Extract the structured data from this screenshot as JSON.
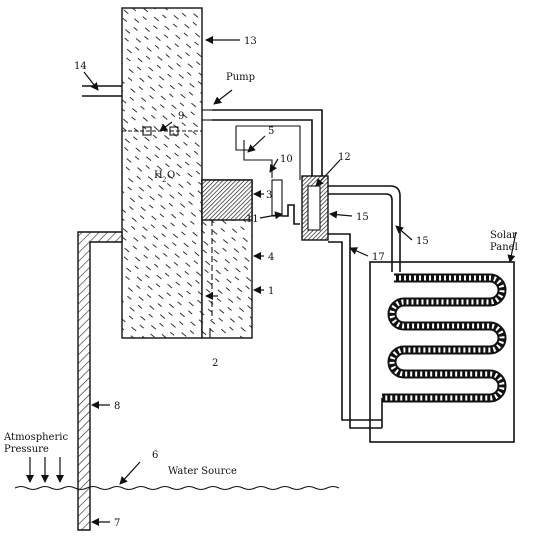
{
  "labels": {
    "n1": "1",
    "n2": "2",
    "n3": "3",
    "n4": "4",
    "n5": "5",
    "n6": "6",
    "n7": "7",
    "n8": "8",
    "n9": "9",
    "n10": "10",
    "n11": "11",
    "n12": "12",
    "n13": "13",
    "n14": "14",
    "n15a": "15",
    "n15b": "15",
    "n17": "17",
    "pump": "Pump",
    "h2o_main": "H",
    "h2o_sub": "2",
    "h2o_end": "O",
    "solar_line1": "Solar",
    "solar_line2": "Panel",
    "atmos_line1": "Atmospheric",
    "atmos_line2": "Pressure",
    "water_source": "Water Source"
  },
  "colors": {
    "ink": "#111111",
    "background": "#ffffff"
  }
}
